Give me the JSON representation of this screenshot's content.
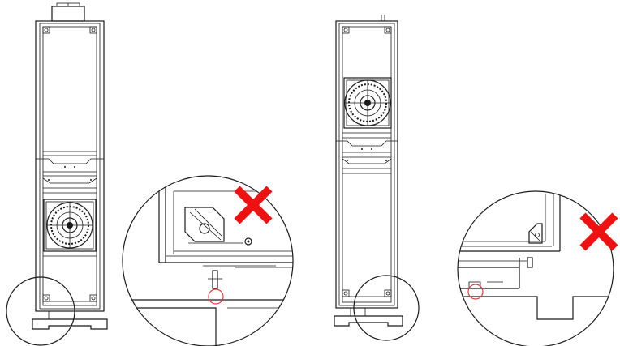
{
  "figure": {
    "panels": [
      {
        "id": "left",
        "fan_position": "lower",
        "mark": "incorrect"
      },
      {
        "id": "right",
        "fan_position": "upper",
        "mark": "incorrect"
      }
    ],
    "colors": {
      "line": "#1a1a1a",
      "cross": "#ee1111",
      "highlight_circle": "#e03a3a",
      "background": "#ffffff"
    },
    "icons": [
      "red-cross-icon",
      "red-cross-icon"
    ]
  }
}
